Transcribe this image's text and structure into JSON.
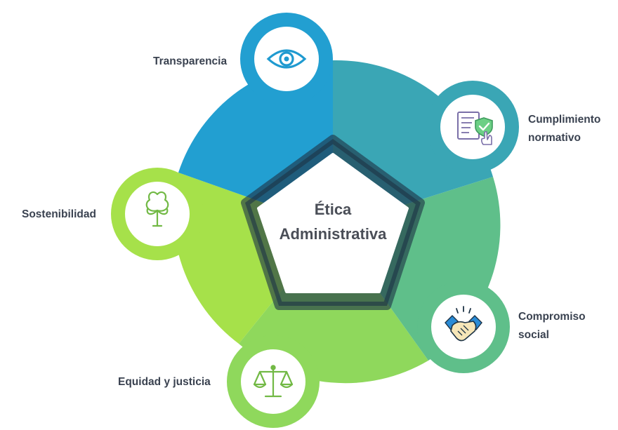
{
  "center": {
    "line1": "Ética",
    "line2": "Administrativa"
  },
  "segments": [
    {
      "label_lines": [
        "Transparencia"
      ],
      "icon": "eye-icon",
      "color": "#229fd1"
    },
    {
      "label_lines": [
        "Cumplimiento",
        "normativo"
      ],
      "icon": "compliance-document-icon",
      "color": "#3aa6b5"
    },
    {
      "label_lines": [
        "Compromiso",
        "social"
      ],
      "icon": "handshake-icon",
      "color": "#5fbf8a"
    },
    {
      "label_lines": [
        "Equidad y justicia"
      ],
      "icon": "scales-icon",
      "color": "#8fd85c"
    },
    {
      "label_lines": [
        "Sostenibilidad"
      ],
      "icon": "tree-icon",
      "color": "#a6e14a"
    }
  ]
}
